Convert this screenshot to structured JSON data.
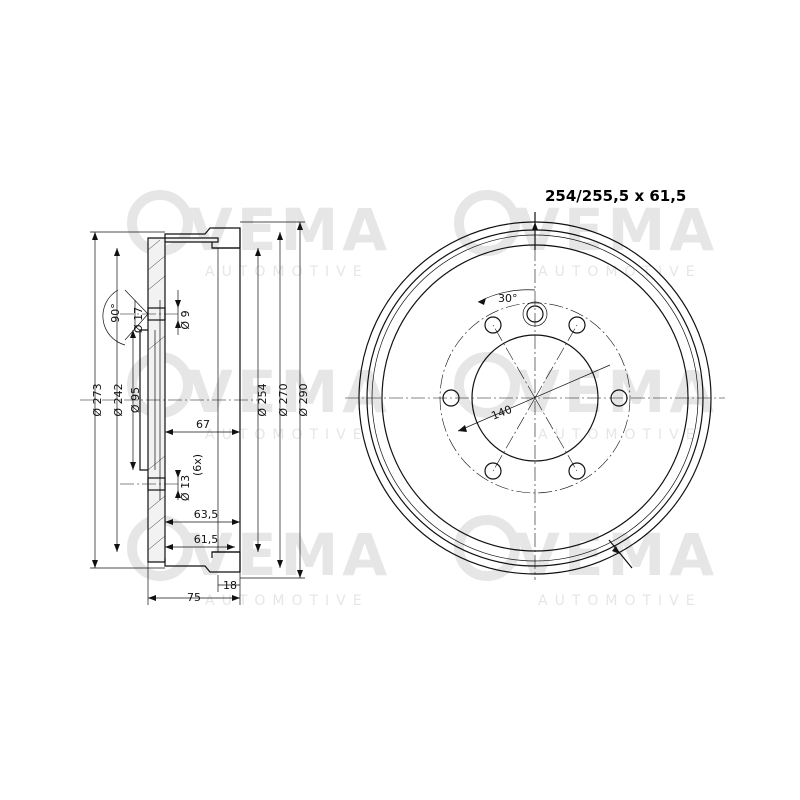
{
  "title": "254/255,5 x 61,5",
  "watermark": {
    "brand": "VEMA",
    "sub": "AUTOMOTIVE"
  },
  "side_view": {
    "diameters": [
      "Ø 273",
      "Ø 242",
      "Ø 95",
      "Ø 254",
      "Ø 270",
      "Ø 290"
    ],
    "hole_top": {
      "dia_a": "Ø 17",
      "dia_b": "Ø 9",
      "angle": "90°"
    },
    "hole_bottom": {
      "dia": "Ø 13",
      "count": "(6x)"
    },
    "lengths": {
      "inner": "67",
      "depth_a": "63,5",
      "depth_b": "61,5",
      "total": "75",
      "flange": "18"
    }
  },
  "front_view": {
    "angle": "30°",
    "pcd": "140"
  }
}
